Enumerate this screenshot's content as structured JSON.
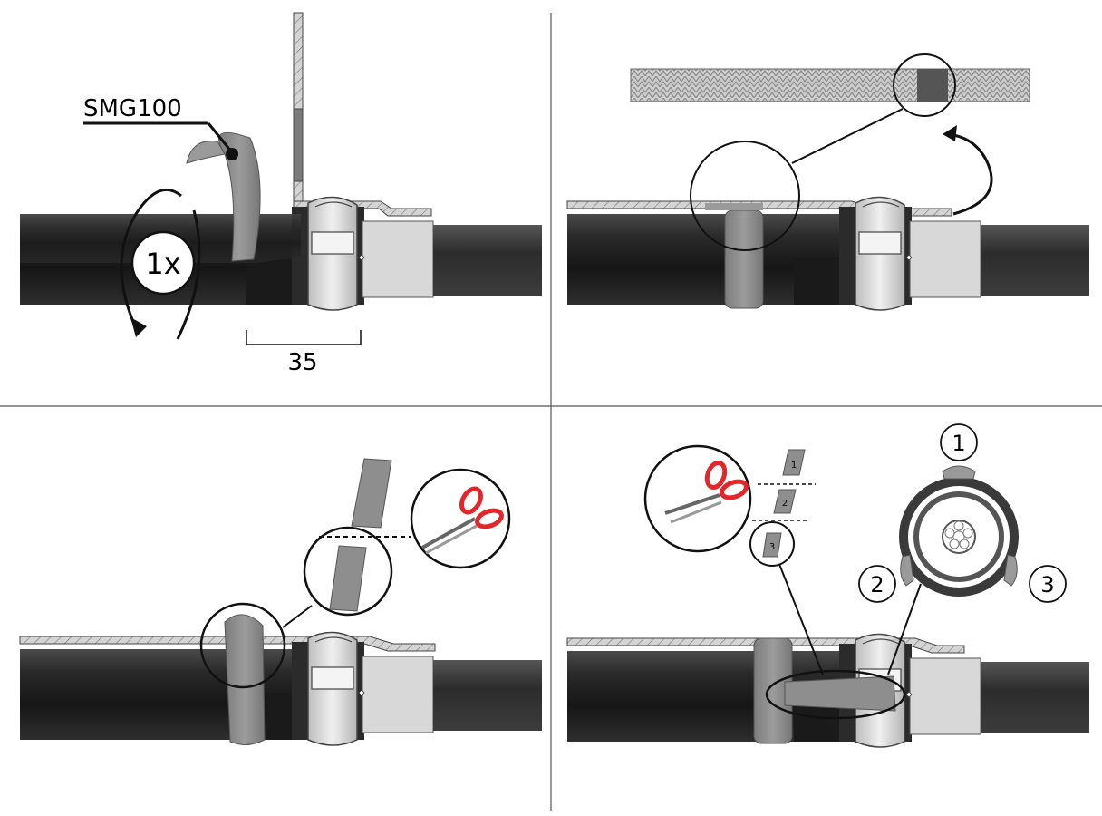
{
  "panels": [
    {
      "id": "panel-1",
      "label_part": "SMG100",
      "wrap_count": "1x",
      "dimension": "35"
    },
    {
      "id": "panel-2"
    },
    {
      "id": "panel-3"
    },
    {
      "id": "panel-4",
      "strip_numbers": [
        "1",
        "2",
        "3"
      ],
      "position_numbers": [
        "1",
        "2",
        "3"
      ]
    }
  ],
  "icons": [
    "scissors-icon",
    "rotate-arrow-icon",
    "curved-arrow-icon",
    "magnifier-circle-icon"
  ],
  "colors": {
    "cable_dark": "#1d1d1d",
    "cable_mid": "#3a3a3a",
    "tape_grey": "#8a8a8a",
    "clamp_light": "#d9d9d9",
    "braid": "#bdbdbd",
    "scissors_red": "#e2262a",
    "divider": "#555555"
  }
}
